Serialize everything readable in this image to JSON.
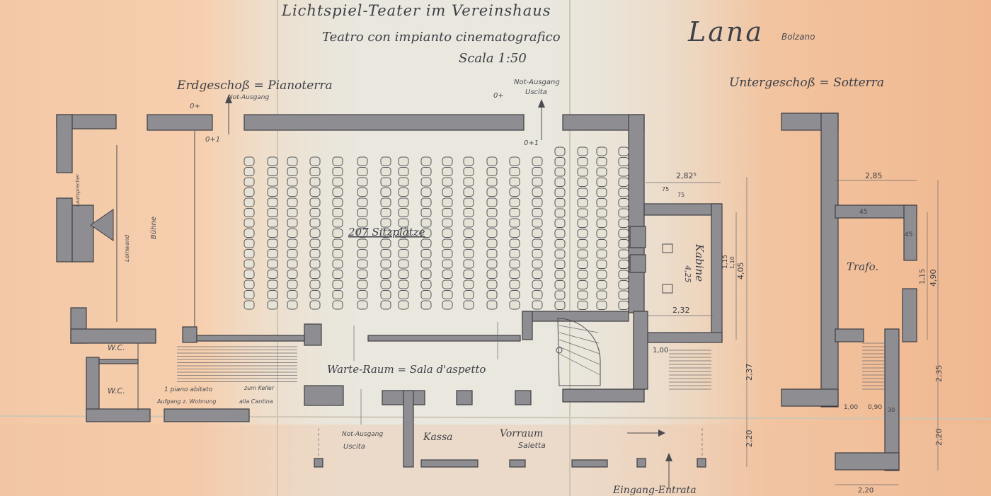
{
  "title": {
    "line1": "Lichtspiel-Teater im Vereinshaus",
    "line2": "Teatro con impianto cinematografico",
    "place": "Lana",
    "province": "Bolzano",
    "scale": "Scala 1:50"
  },
  "plans": {
    "ground_floor": "Erdgeschoß = Pianoterra",
    "basement": "Untergeschoß = Sotterra"
  },
  "labels": {
    "notausgang_left": "Not-Ausgang",
    "notausgang_top": "Not-Ausgang",
    "uscita_top": "Uscita",
    "level_left": "0+",
    "level_mid": "0+",
    "level_plus1_left": "0+1",
    "level_plus1_mid": "0+1",
    "seats": "207 Sitzplätze",
    "buehne": "Bühne",
    "leinwand": "Leinwand",
    "schallwand": "Lautsprecher",
    "wc1": "W.C.",
    "wc2": "W.C.",
    "stair_note1": "Aufgang z. Wohnung",
    "stair_note2": "1 piano abitato",
    "keller": "zum Keller",
    "cantina": "alla Cantina",
    "warteraum": "Warte-Raum = Sala d'aspetto",
    "notausgang_bottom": "Not-Ausgang",
    "uscita_bottom": "Uscita",
    "kassa": "Kassa",
    "vorraum": "Vorraum",
    "saletta": "Saletta",
    "kabine": "Kabine",
    "kabine_dim": "4,25",
    "trafo": "Trafo.",
    "eingang": "Eingang-Entrata"
  },
  "dimensions": {
    "d1": "2,82⁵",
    "d2": "75",
    "d3": "75",
    "d4": "2,32",
    "d5": "1,15",
    "d6": "1,10",
    "d7": "4,05",
    "d8": "1,00",
    "d9": "2,37",
    "d10": "2,20",
    "d11": "2,85",
    "d12": "45",
    "d13": "45",
    "d14": "1,15",
    "d15": "4,90",
    "d16": "2,35",
    "d17": "1,00",
    "d18": "0,90",
    "d19": "30",
    "d20": "2,20",
    "d21": "2,20"
  },
  "colors": {
    "paper": "#eae6d9",
    "stain_orange": "#f0b48c",
    "pencil": "#3e4048"
  }
}
